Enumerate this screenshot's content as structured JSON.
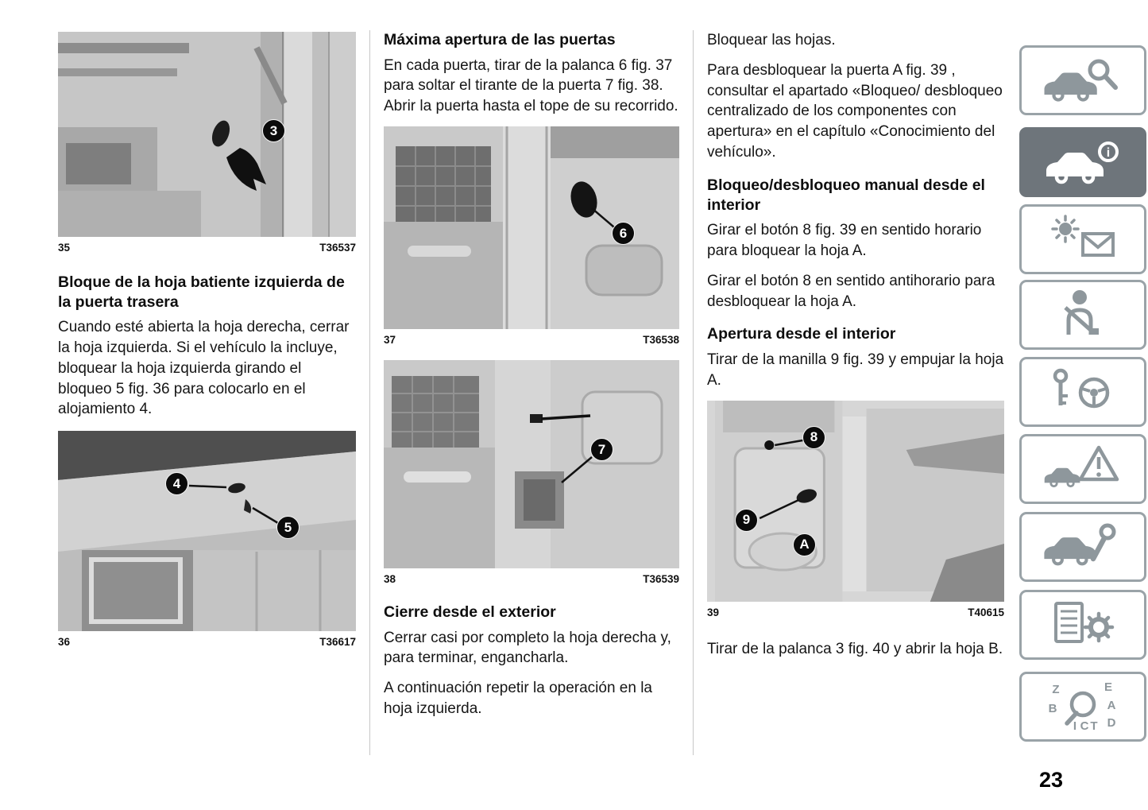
{
  "page": {
    "number": "23"
  },
  "left": {
    "fig35": {
      "label": "35",
      "code": "T36537",
      "callout3": "3"
    },
    "heading": "Bloque de la hoja batiente izquierda de la puerta trasera",
    "para1": "Cuando esté abierta la hoja derecha, cerrar la hoja izquierda. Si el vehículo la incluye, bloquear la hoja izquierda girando el bloqueo 5 fig. 36 para colocarlo en el alojamiento 4.",
    "fig36": {
      "label": "36",
      "code": "T36617",
      "callout4": "4",
      "callout5": "5"
    }
  },
  "middle": {
    "heading1": "Máxima apertura de las puertas",
    "para1": "En cada puerta, tirar de la palanca 6 fig. 37 para soltar el tirante de la puerta 7 fig. 38. Abrir la puerta hasta el tope de su recorrido.",
    "fig37": {
      "label": "37",
      "code": "T36538",
      "callout6": "6"
    },
    "fig38": {
      "label": "38",
      "code": "T36539",
      "callout7": "7"
    },
    "heading2": "Cierre desde el exterior",
    "para2": "Cerrar casi por completo la hoja derecha y, para terminar, engancharla.",
    "para3": "A continuación repetir la operación en la hoja izquierda."
  },
  "right": {
    "para0": "Bloquear las hojas.",
    "para1": "Para desbloquear la puerta A fig. 39 , consultar el apartado «Bloqueo/ desbloqueo centralizado de los componentes con apertura» en el capítulo «Conocimiento del vehículo».",
    "heading1": "Bloqueo/desbloqueo manual desde el interior",
    "para2": "Girar el botón 8 fig. 39 en sentido horario para bloquear la hoja A.",
    "para3": "Girar el botón 8 en sentido antihorario para desbloquear la hoja A.",
    "heading2": "Apertura desde el interior",
    "para4": "Tirar de la manilla 9 fig. 39 y empujar la hoja A.",
    "fig39": {
      "label": "39",
      "code": "T40615",
      "callout8": "8",
      "callout9": "9",
      "calloutA": "A"
    },
    "para5": "Tirar de la palanca 3 fig. 40 y abrir la hoja B."
  },
  "sidebar": {
    "accent_active_bg": "#6e757b",
    "inactive_border": "#9aa3a8",
    "info_glyph": "i",
    "items": [
      {
        "icon": "car-search-icon",
        "active": false
      },
      {
        "icon": "car-info-icon",
        "active": true
      },
      {
        "icon": "warning-light-envelope-icon",
        "active": false
      },
      {
        "icon": "seatbelt-person-icon",
        "active": false
      },
      {
        "icon": "key-steering-wheel-icon",
        "active": false
      },
      {
        "icon": "car-warning-triangle-icon",
        "active": false
      },
      {
        "icon": "car-wrench-icon",
        "active": false
      },
      {
        "icon": "specs-gear-icon",
        "active": false
      },
      {
        "icon": "alphabetical-index-icon",
        "active": false
      }
    ],
    "index_letters": {
      "z": "Z",
      "e": "E",
      "b": "B",
      "a": "A",
      "i": "I",
      "c": "C",
      "t": "T",
      "d": "D"
    }
  }
}
